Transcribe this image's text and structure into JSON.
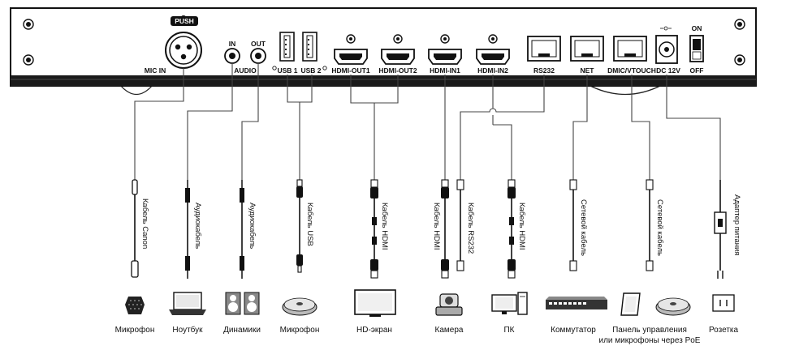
{
  "panel": {
    "push_label": "PUSH",
    "ports": {
      "mic_in": "MIC IN",
      "audio_in": "IN",
      "audio_out": "OUT",
      "audio": "AUDIO",
      "usb1": "USB 1",
      "usb2": "USB 2",
      "hdmi_out1": "HDMI-OUT1",
      "hdmi_out2": "HDMI-OUT2",
      "hdmi_in1": "HDMI-IN1",
      "hdmi_in2": "HDMI-IN2",
      "rs232": "RS232",
      "net": "NET",
      "dmic": "DMIC/VTOUCH",
      "dc12v": "DC 12V",
      "on": "ON",
      "off": "OFF"
    }
  },
  "cables": {
    "canon": "Кабель Canon",
    "audio1": "Аудиокабель",
    "audio2": "Аудиокабель",
    "usb": "Кабель USB",
    "hdmi1": "Кабель HDMI",
    "hdmi2": "Кабель HDMI",
    "rs232": "Кабель RS232",
    "hdmi3": "Кабель HDMI",
    "net1": "Сетевой кабель",
    "net2": "Сетевой кабель",
    "power": "Адаптер питания"
  },
  "devices": {
    "microphone1": "Микрофон",
    "laptop": "Ноутбук",
    "speakers": "Динамики",
    "microphone2": "Микрофон",
    "hd_screen": "HD-экран",
    "camera": "Камера",
    "pc": "ПК",
    "switch": "Коммутатор",
    "panel_line1": "Панель управления",
    "panel_line2": "или микрофоны через PoE",
    "outlet": "Розетка"
  }
}
